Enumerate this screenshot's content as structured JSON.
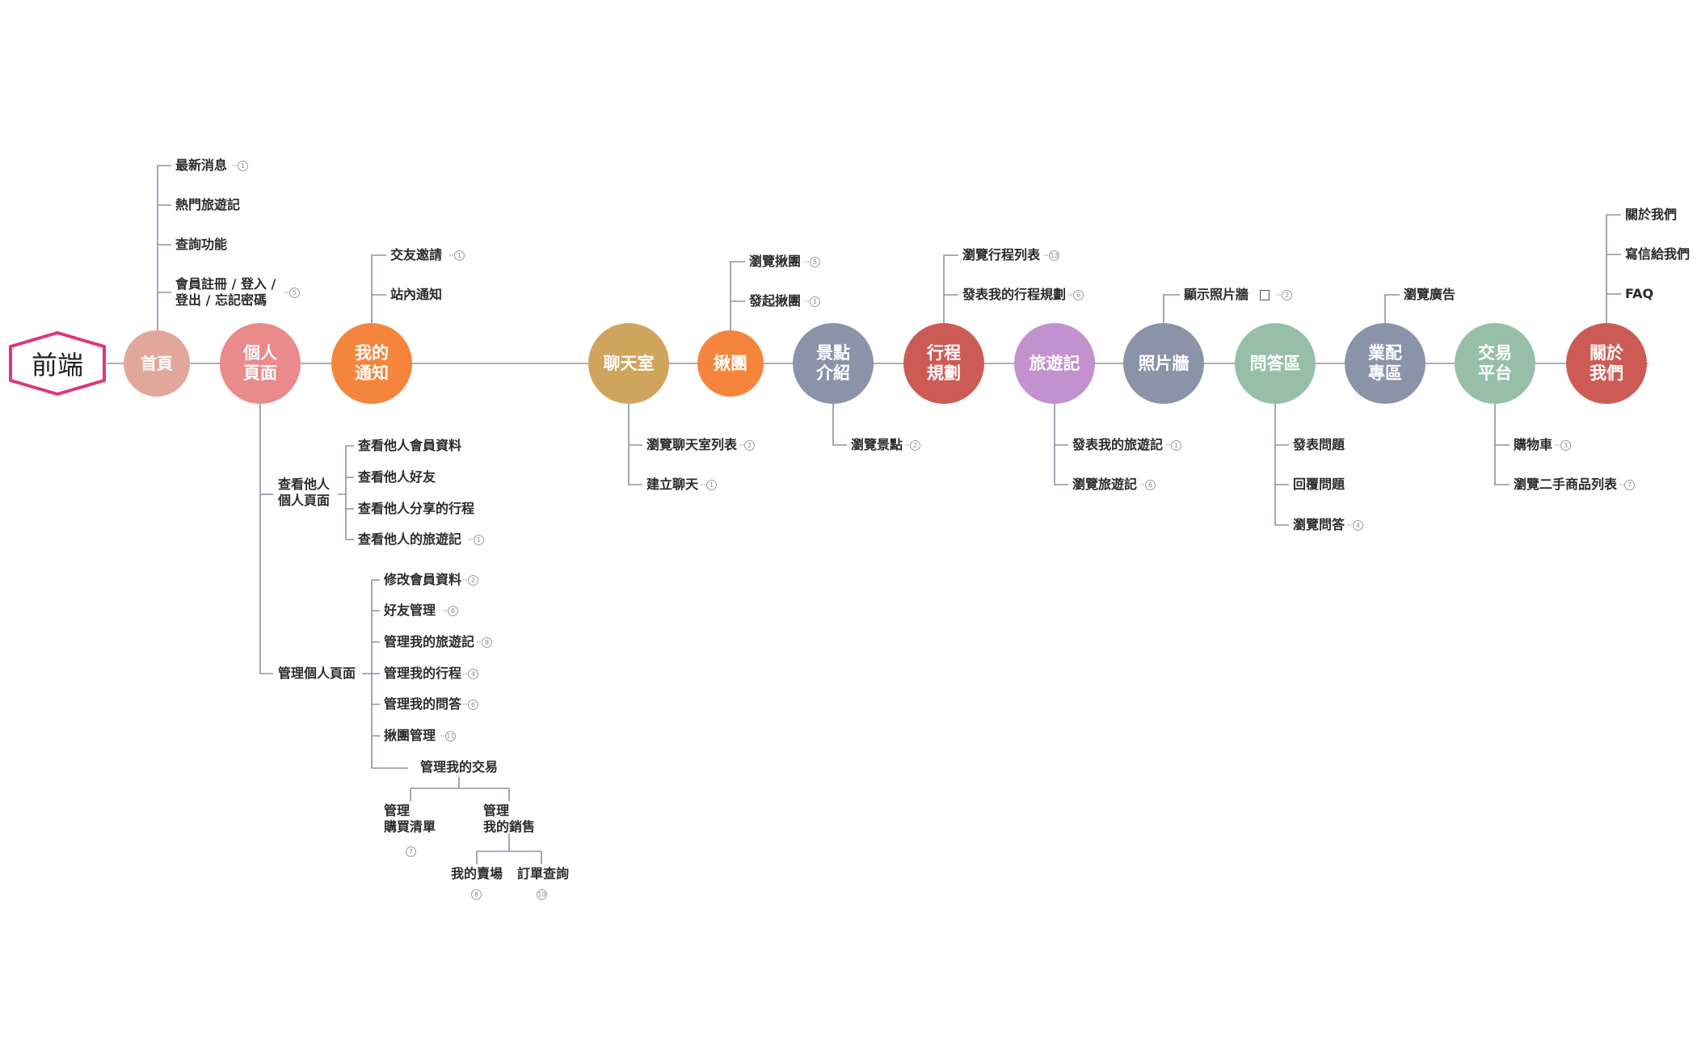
{
  "root": "前端",
  "nodes": {
    "home": "首頁",
    "personal": "個人\n頁面",
    "notify": "我的\n通知",
    "chat": "聊天室",
    "group": "揪團",
    "spot": "景點\n介紹",
    "trip": "行程\n規劃",
    "travelog": "旅遊記",
    "photo": "照片牆",
    "qa": "問答區",
    "ad": "業配\n專區",
    "trade": "交易\n平台",
    "about": "關於\n我們"
  },
  "colors": {
    "line": "#8a93a8",
    "root_border": "#e0357a",
    "home": "#e1a79b",
    "personal": "#ea8a8a",
    "notify": "#f5853d",
    "chat": "#cfa55e",
    "group": "#f5853d",
    "spot": "#8a93a8",
    "trip": "#cd5b55",
    "travelog": "#c391cd",
    "photo": "#8a93a8",
    "qa": "#97bfa8",
    "ad": "#8a93a8",
    "trade": "#97bfa8",
    "about": "#cd5b55"
  },
  "home": {
    "items": [
      "最新消息",
      "熱門旅遊記",
      "查詢功能",
      "會員註冊 / 登入 /\n登出 / 忘記密碼"
    ],
    "badges": [
      "1",
      "5"
    ]
  },
  "notify": {
    "items": [
      "交友邀請",
      "站內通知"
    ],
    "badges": [
      "1"
    ]
  },
  "personal": {
    "view_label": "查看他人\n個人頁面",
    "view_items": [
      "查看他人會員資料",
      "查看他人好友",
      "查看他人分享的行程",
      "查看他人的旅遊記"
    ],
    "view_badges": [
      "1"
    ],
    "manage_label": "管理個人頁面",
    "manage_items": [
      "修改會員資料",
      "好友管理",
      "管理我的旅遊記",
      "管理我的行程",
      "管理我的問答",
      "揪團管理"
    ],
    "manage_badges": [
      "2",
      "6",
      "8",
      "4",
      "6",
      "11"
    ],
    "trade_label": "管理我的交易",
    "buy_label": "管理\n購買清單",
    "buy_badge": "7",
    "sell_label": "管理\n我的銷售",
    "shop_label": "我的賣場",
    "shop_badge": "8",
    "order_label": "訂單查詢",
    "order_badge": "10"
  },
  "chat": {
    "items": [
      "瀏覽聊天室列表",
      "建立聊天"
    ],
    "badges": [
      "2",
      "1"
    ]
  },
  "group": {
    "items": [
      "瀏覽揪團",
      "發起揪團"
    ],
    "badges": [
      "5",
      "1"
    ]
  },
  "spot": {
    "items": [
      "瀏覽景點"
    ],
    "badges": [
      "2"
    ]
  },
  "trip": {
    "items": [
      "瀏覽行程列表",
      "發表我的行程規劃"
    ],
    "badges": [
      "13",
      "6"
    ]
  },
  "travelog": {
    "items": [
      "發表我的旅遊記",
      "瀏覽旅遊記"
    ],
    "badges": [
      "1",
      "6"
    ]
  },
  "photo": {
    "items": [
      "顯示照片牆"
    ],
    "badges": [
      "2"
    ],
    "icon": "image-icon"
  },
  "qa": {
    "items": [
      "發表問題",
      "回覆問題",
      "瀏覽問答"
    ],
    "badges": [
      "4"
    ]
  },
  "ad": {
    "items": [
      "瀏覽廣告"
    ]
  },
  "trade": {
    "items": [
      "購物車",
      "瀏覽二手商品列表"
    ],
    "badges": [
      "3",
      "7"
    ]
  },
  "about": {
    "items": [
      "關於我們",
      "寫信給我們",
      "FAQ"
    ]
  }
}
